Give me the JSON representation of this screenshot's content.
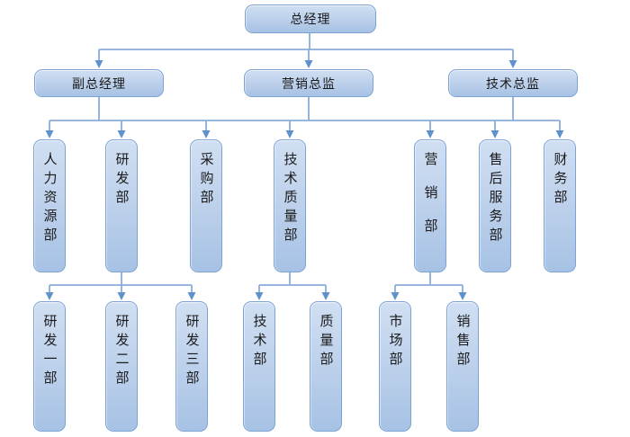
{
  "diagram": {
    "type": "org-chart",
    "background_color": "#ffffff",
    "node_fill_top": "#d0dff2",
    "node_fill_bottom": "#a6c2e4",
    "node_border_color": "#7da3d4",
    "connector_color": "#8badd9",
    "arrow_color": "#5f92cc",
    "text_color": "#1a1a1a",
    "levels": {
      "l1": {
        "label": "总经理"
      },
      "l2": [
        {
          "label": "副总经理"
        },
        {
          "label": "营销总监"
        },
        {
          "label": "技术总监"
        }
      ],
      "l3": [
        {
          "label": "人力资源部"
        },
        {
          "label": "研发部"
        },
        {
          "label": "采购部"
        },
        {
          "label": "技术质量部"
        },
        {
          "label": "营销部"
        },
        {
          "label": "售后服务部"
        },
        {
          "label": "财务部"
        }
      ],
      "l4": [
        {
          "label": "研发一部"
        },
        {
          "label": "研发二部"
        },
        {
          "label": "研发三部"
        },
        {
          "label": "技术部"
        },
        {
          "label": "质量部"
        },
        {
          "label": "市场部"
        },
        {
          "label": "销售部"
        }
      ]
    },
    "edges": [
      {
        "from": "总经理",
        "to": [
          "副总经理",
          "营销总监",
          "技术总监"
        ]
      },
      {
        "from": "副总经理,营销总监,技术总监",
        "to": [
          "人力资源部",
          "研发部",
          "采购部",
          "技术质量部",
          "营销部",
          "售后服务部",
          "财务部"
        ]
      },
      {
        "from": "研发部",
        "to": [
          "研发一部",
          "研发二部",
          "研发三部"
        ]
      },
      {
        "from": "技术质量部",
        "to": [
          "技术部",
          "质量部"
        ]
      },
      {
        "from": "营销部",
        "to": [
          "市场部",
          "销售部"
        ]
      }
    ]
  }
}
